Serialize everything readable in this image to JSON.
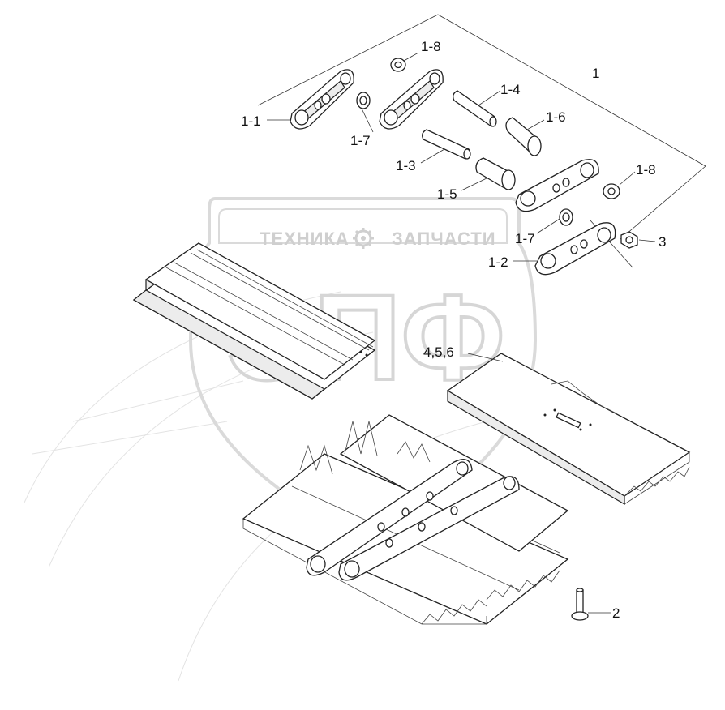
{
  "watermark": {
    "top_text_left": "ТЕХНИКА",
    "top_text_right": "ЗАПЧАСТИ",
    "gear_icon": "gear-icon",
    "big_text": "ЭПФ"
  },
  "callouts": {
    "c1": "1",
    "c1_1": "1-1",
    "c1_2": "1-2",
    "c1_3": "1-3",
    "c1_4": "1-4",
    "c1_5": "1-5",
    "c1_6": "1-6",
    "c1_7a": "1-7",
    "c1_7b": "1-7",
    "c1_8a": "1-8",
    "c1_8b": "1-8",
    "c2": "2",
    "c3": "3",
    "c456": "4,5,6"
  },
  "colors": {
    "line": "#222222",
    "watermark": "#d6d6d6",
    "background": "#ffffff"
  }
}
